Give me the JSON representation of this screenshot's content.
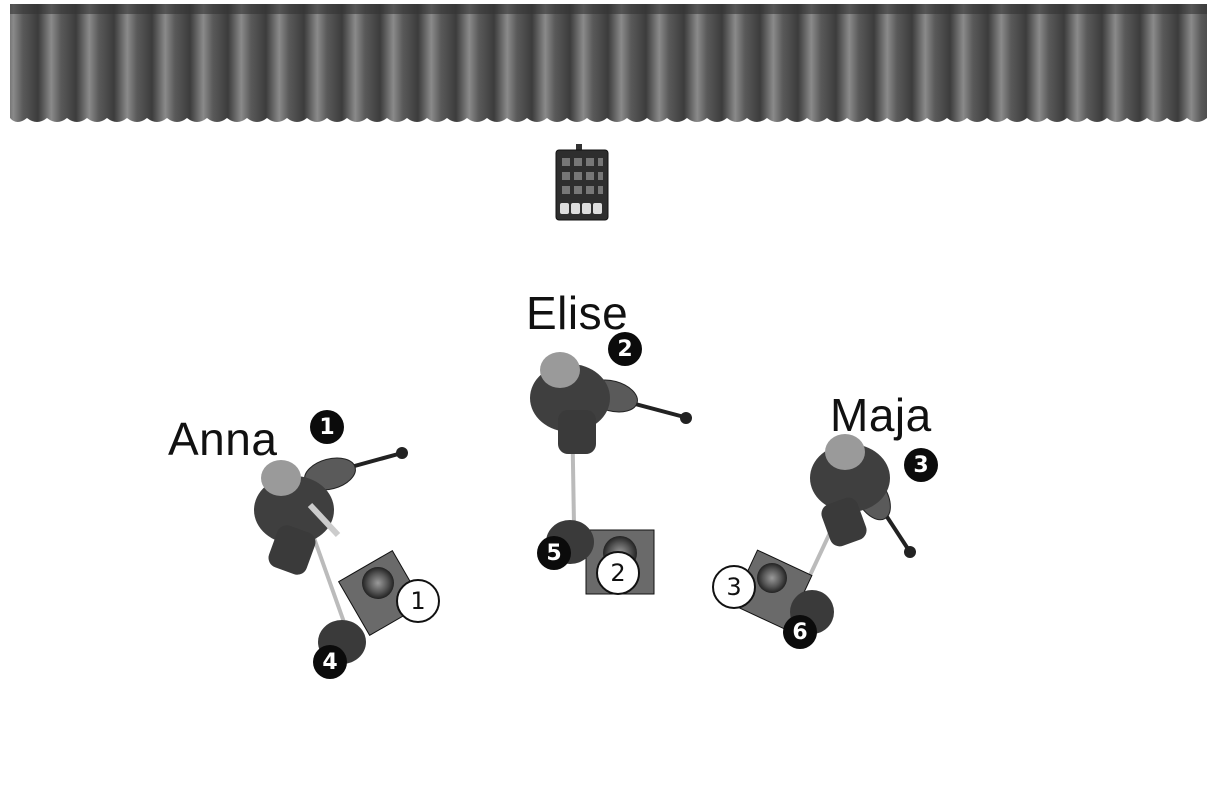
{
  "colors": {
    "curtain_dark": "#3a3a3a",
    "curtain_light": "#8e8e8e",
    "figure": "#4a4a4a",
    "badge_dark": "#0b0b0b",
    "badge_light": "#ffffff"
  },
  "performers": [
    {
      "name": "Anna",
      "badge": "1",
      "monitor_badge": "1",
      "mic_badge": "4"
    },
    {
      "name": "Elise",
      "badge": "2",
      "monitor_badge": "2",
      "mic_badge": "5"
    },
    {
      "name": "Maja",
      "badge": "3",
      "monitor_badge": "3",
      "mic_badge": "6"
    }
  ]
}
